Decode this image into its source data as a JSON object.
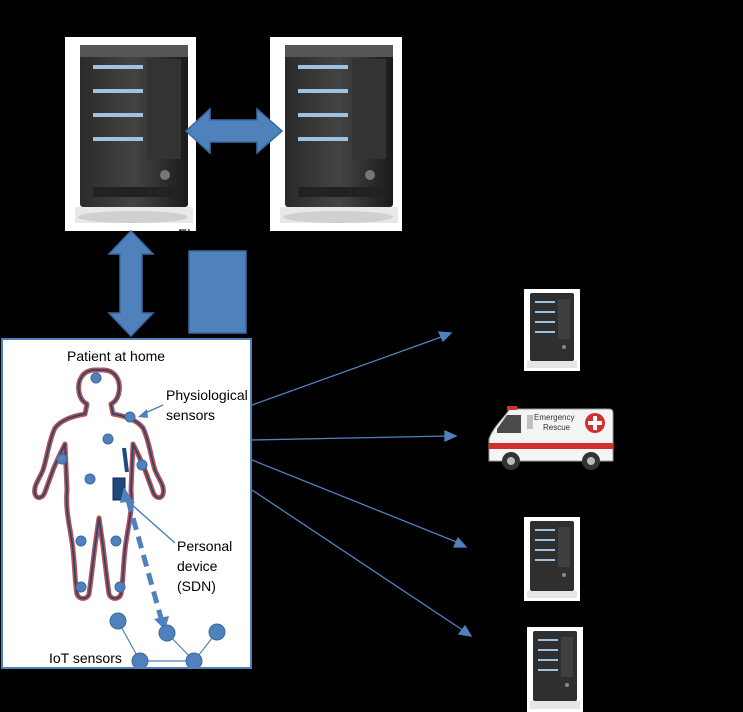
{
  "patient_box": {
    "title": "Patient at home",
    "physiological_label": [
      "Physiological",
      "sensors"
    ],
    "personal_device_label": [
      "Personal",
      "device",
      "(SDN)"
    ],
    "iot_label": "IoT sensors"
  },
  "occluded_text": "El",
  "ambulance": {
    "line1": "Emergency",
    "line2": "Rescue"
  },
  "colors": {
    "background": "#000000",
    "arrow_fill": "#4f81bd",
    "arrow_stroke": "#3b6aa0",
    "line": "#4f81bd",
    "sensor": "#4f81bd",
    "body_outline_outer": "#c0504d",
    "body_outline_inner": "#1f497d"
  },
  "icons": [
    "server-tower-icon",
    "ambulance-icon",
    "body-silhouette-icon",
    "sensor-dot-icon"
  ]
}
